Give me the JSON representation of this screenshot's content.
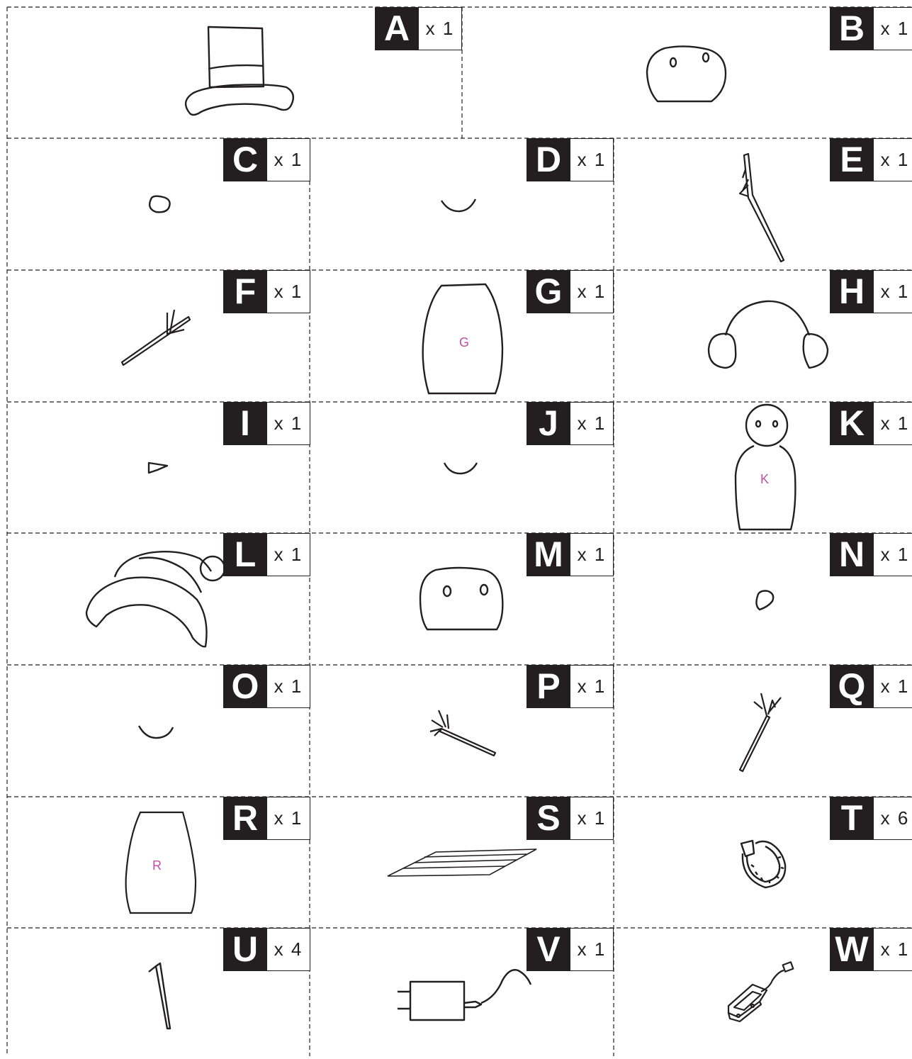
{
  "parts": [
    {
      "letter": "A",
      "qty": "x 1",
      "icon": "top-hat"
    },
    {
      "letter": "B",
      "qty": "x 1",
      "icon": "snowman-head"
    },
    {
      "letter": "C",
      "qty": "x 1",
      "icon": "nose"
    },
    {
      "letter": "D",
      "qty": "x 1",
      "icon": "smile-mouth"
    },
    {
      "letter": "E",
      "qty": "x 1",
      "icon": "stick-arm"
    },
    {
      "letter": "F",
      "qty": "x 1",
      "icon": "stick-arm"
    },
    {
      "letter": "G",
      "qty": "x 1",
      "icon": "snowman-body",
      "mark": "G"
    },
    {
      "letter": "H",
      "qty": "x 1",
      "icon": "earmuffs"
    },
    {
      "letter": "I",
      "qty": "x 1",
      "icon": "carrot-nose"
    },
    {
      "letter": "J",
      "qty": "x 1",
      "icon": "smile-mouth"
    },
    {
      "letter": "K",
      "qty": "x 1",
      "icon": "small-snowman",
      "mark": "K"
    },
    {
      "letter": "L",
      "qty": "x 1",
      "icon": "santa-hat"
    },
    {
      "letter": "M",
      "qty": "x 1",
      "icon": "snowman-head"
    },
    {
      "letter": "N",
      "qty": "x 1",
      "icon": "nose"
    },
    {
      "letter": "O",
      "qty": "x 1",
      "icon": "smile-mouth"
    },
    {
      "letter": "P",
      "qty": "x 1",
      "icon": "stick-arm"
    },
    {
      "letter": "Q",
      "qty": "x 1",
      "icon": "stick-arm"
    },
    {
      "letter": "R",
      "qty": "x 1",
      "icon": "snowman-body",
      "mark": "R"
    },
    {
      "letter": "S",
      "qty": "x 1",
      "icon": "base-plate"
    },
    {
      "letter": "T",
      "qty": "x 6",
      "icon": "cable-clip"
    },
    {
      "letter": "U",
      "qty": "x 4",
      "icon": "ground-stake"
    },
    {
      "letter": "V",
      "qty": "x 1",
      "icon": "power-adapter"
    },
    {
      "letter": "W",
      "qty": "x 1",
      "icon": "controller-box"
    }
  ]
}
